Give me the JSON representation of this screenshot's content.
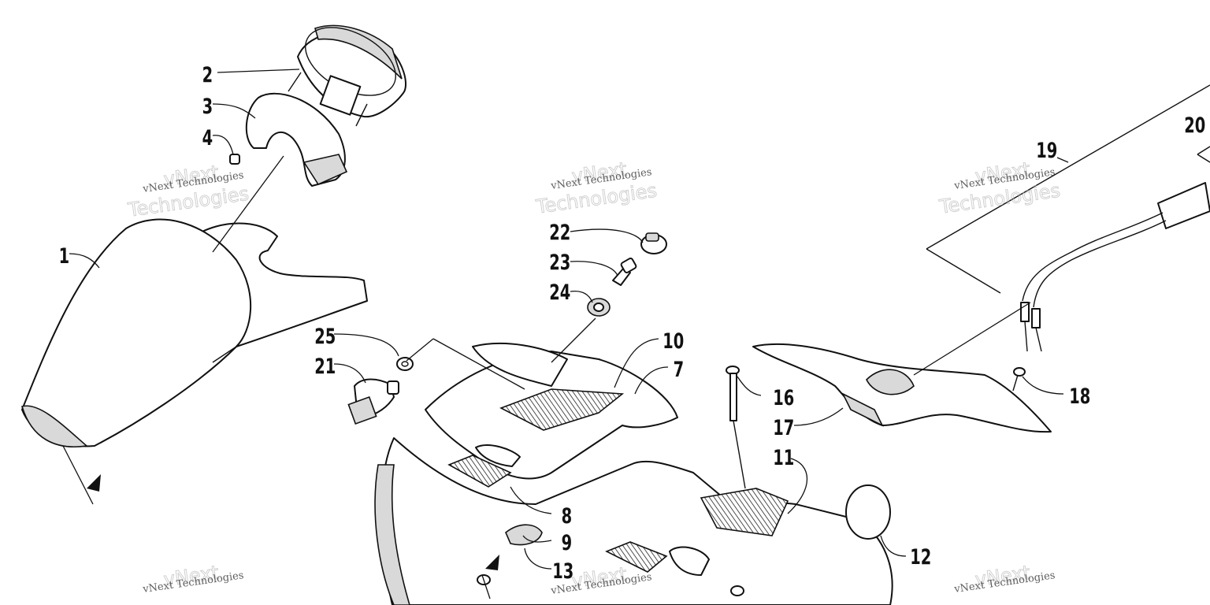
{
  "callouts": [
    {
      "id": "1",
      "label": "1"
    },
    {
      "id": "2",
      "label": "2"
    },
    {
      "id": "3",
      "label": "3"
    },
    {
      "id": "4",
      "label": "4"
    },
    {
      "id": "7",
      "label": "7"
    },
    {
      "id": "8",
      "label": "8"
    },
    {
      "id": "9",
      "label": "9"
    },
    {
      "id": "10",
      "label": "10"
    },
    {
      "id": "11",
      "label": "11"
    },
    {
      "id": "12",
      "label": "12"
    },
    {
      "id": "13",
      "label": "13"
    },
    {
      "id": "16",
      "label": "16"
    },
    {
      "id": "17",
      "label": "17"
    },
    {
      "id": "18",
      "label": "18"
    },
    {
      "id": "19",
      "label": "19"
    },
    {
      "id": "20",
      "label": "20"
    },
    {
      "id": "21",
      "label": "21"
    },
    {
      "id": "22",
      "label": "22"
    },
    {
      "id": "23",
      "label": "23"
    },
    {
      "id": "24",
      "label": "24"
    },
    {
      "id": "25",
      "label": "25"
    }
  ],
  "watermark": {
    "line1": "vNext Technologies",
    "word_vnext": "vNext",
    "word_technologies": "Technologies"
  }
}
